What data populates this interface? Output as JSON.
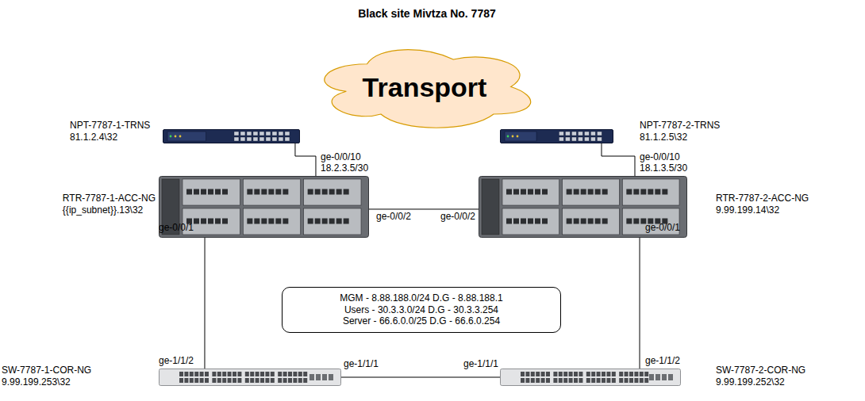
{
  "diagram": {
    "title": "Black site Mivtza No. 7787",
    "nodes": [
      {
        "text": [
          "Transport"
        ]
      },
      {
        "text": [
          "NPT-7787-1-TRNS",
          "81.1.2.4\\32"
        ]
      },
      {
        "text": [
          "NPT-7787-2-TRNS",
          "81.1.2.5\\32"
        ]
      },
      {
        "text": [
          "RTR-7787-1-ACC-NG",
          "{{ip_subnet}}.13\\32"
        ]
      },
      {
        "text": [
          "RTR-7787-2-ACC-NG",
          "9.99.199.14\\32"
        ]
      },
      {
        "text": [
          "MGM - 8.88.188.0/24 D.G - 8.88.188.1",
          "Users - 30.3.3.0/24 D.G - 30.3.3.254",
          "Server - 66.6.0.0/25 D.G - 66.6.0.254"
        ]
      },
      {
        "text": [
          "SW-7787-1-COR-NG",
          "9.99.199.253\\32"
        ]
      },
      {
        "text": [
          "SW-7787-2-COR-NG",
          "9.99.199.252\\32"
        ]
      }
    ],
    "edges": [
      {
        "from": 1,
        "to": 3,
        "arrow": "none"
      },
      {
        "from": 2,
        "to": 4,
        "arrow": "none"
      },
      {
        "from": 3,
        "to": 4,
        "arrow": "none"
      },
      {
        "from": 3,
        "to": 6,
        "arrow": "none"
      },
      {
        "from": 4,
        "to": 7,
        "arrow": "none"
      },
      {
        "from": 6,
        "to": 7,
        "arrow": "none"
      }
    ],
    "labels": [
      "ge-0/0/10",
      "18.2.3.5/30",
      "ge-0/0/10",
      "18.1.3.5/30",
      "ge-0/0/2",
      "ge-0/0/2",
      "ge-0/0/1",
      "ge-0/0/1",
      "ge-1/1/2",
      "ge-1/1/1",
      "ge-1/1/1",
      "ge-1/1/2"
    ]
  }
}
